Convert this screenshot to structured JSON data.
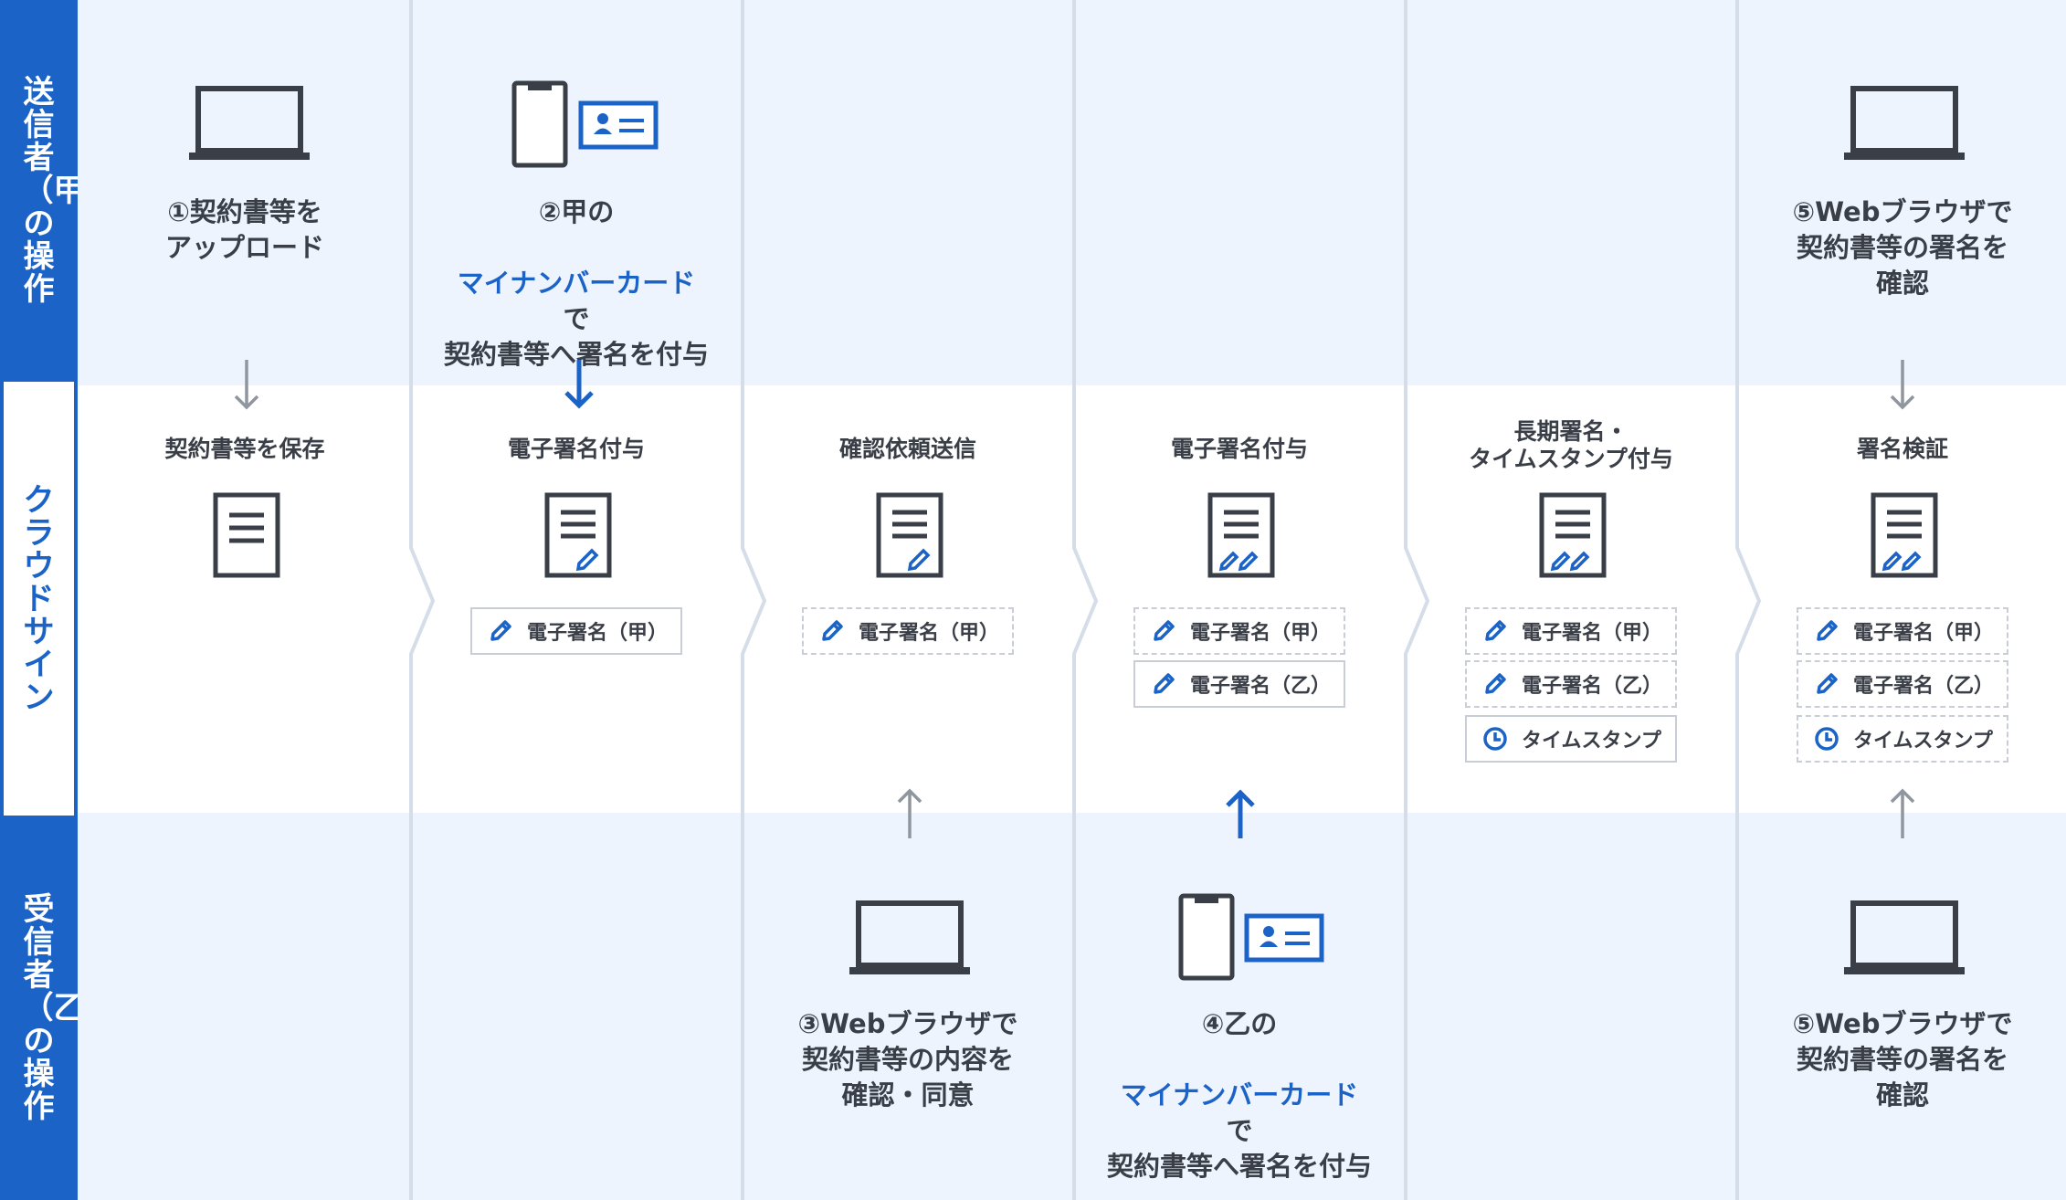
{
  "rows": {
    "sender": "送信者（甲）の操作",
    "cloud": "クラウドサイン",
    "receiver": "受信者（乙）の操作"
  },
  "columns": [
    {
      "sender_text": "①契約書等を\nアップロード",
      "cloud_title": "契約書等を保存",
      "signatures": []
    },
    {
      "sender_text_pre": "②甲の",
      "sender_text_hl": "マイナンバーカード",
      "sender_text_post": "で\n契約書等へ署名を付与",
      "cloud_title": "電子署名付与",
      "signatures": [
        "電子署名（甲）"
      ]
    },
    {
      "cloud_title": "確認依頼送信",
      "signatures": [
        "電子署名（甲）"
      ],
      "receiver_text": "③Webブラウザで\n契約書等の内容を\n確認・同意"
    },
    {
      "cloud_title": "電子署名付与",
      "signatures": [
        "電子署名（甲）",
        "電子署名（乙）"
      ],
      "receiver_text_pre": "④乙の",
      "receiver_text_hl": "マイナンバーカード",
      "receiver_text_post": "で\n契約書等へ署名を付与"
    },
    {
      "cloud_title": "長期署名・\nタイムスタンプ付与",
      "signatures": [
        "電子署名（甲）",
        "電子署名（乙）",
        "タイムスタンプ"
      ]
    },
    {
      "sender_text": "⑤Webブラウザで\n契約書等の署名を\n確認",
      "cloud_title": "署名検証",
      "signatures": [
        "電子署名（甲）",
        "電子署名（乙）",
        "タイムスタンプ"
      ],
      "receiver_text": "⑤Webブラウザで\n契約書等の署名を\n確認"
    }
  ],
  "colors": {
    "accent": "#1b63c6",
    "band_light": "#edf4fd",
    "icon_dark": "#3a3f47",
    "arrow_gray": "#8f969f",
    "divider": "#d5dde8"
  }
}
